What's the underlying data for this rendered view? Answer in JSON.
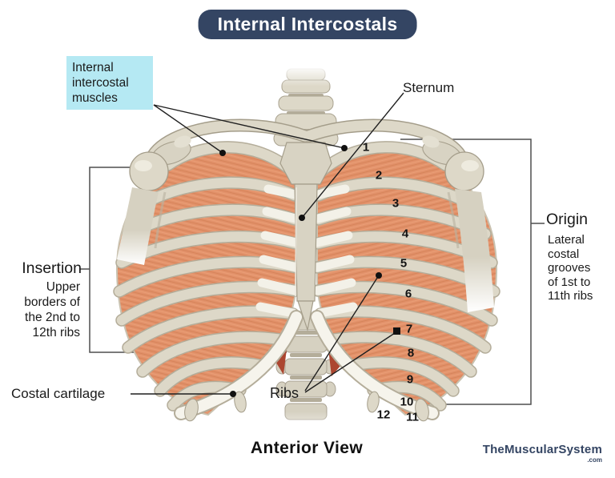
{
  "title": "Internal Intercostals",
  "labels": {
    "muscle_highlight": "Internal intercostal muscles",
    "sternum": "Sternum",
    "origin": {
      "heading": "Origin",
      "body": "Lateral costal grooves of 1st to 11th ribs"
    },
    "insertion": {
      "heading": "Insertion",
      "body": "Upper borders of the 2nd to 12th ribs"
    },
    "costal_cartilage": "Costal cartilage",
    "ribs": "Ribs"
  },
  "rib_numbers": [
    "1",
    "2",
    "3",
    "4",
    "5",
    "6",
    "7",
    "8",
    "9",
    "10",
    "11",
    "12"
  ],
  "footer": {
    "view": "Anterior View",
    "brand": "TheMuscularSystem",
    "brand_suffix": ".com"
  },
  "colors": {
    "banner_navy": "#344563",
    "highlight_blue": "#b5e9f3",
    "muscle_orange": "#e2916a",
    "muscle_streak": "#cf7c50",
    "bone": "#ddd8c8",
    "bone_edge": "#a49d8a",
    "cartilage_white": "#f6f4ec",
    "diaphragm_red": "#ac4630"
  }
}
